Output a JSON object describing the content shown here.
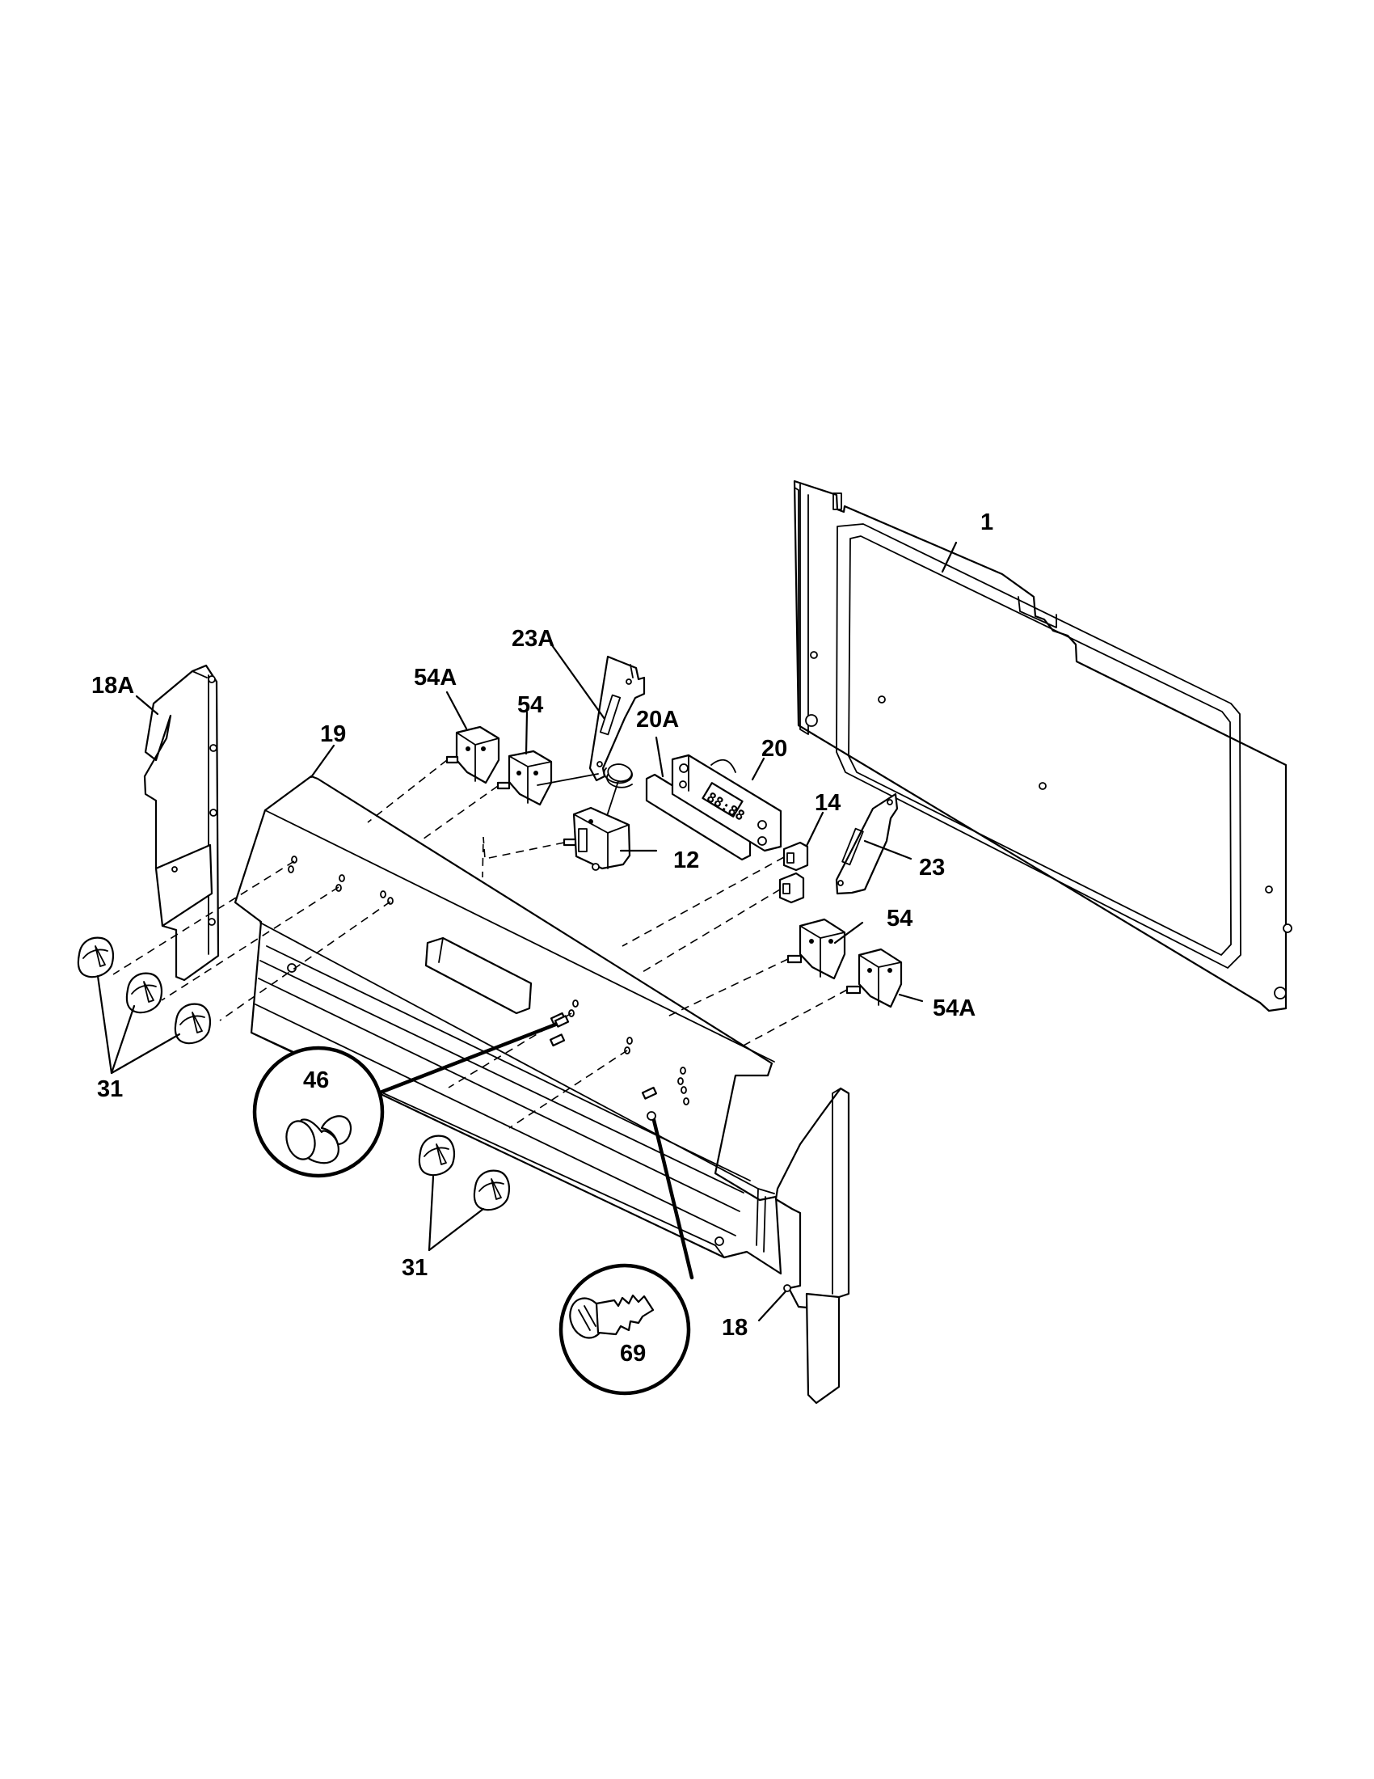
{
  "callouts": {
    "c1": "1",
    "c23A": "23A",
    "c18A": "18A",
    "c54A_top": "54A",
    "c54_top": "54",
    "c19": "19",
    "c20A": "20A",
    "c20": "20",
    "c14": "14",
    "c12": "12",
    "c23": "23",
    "c54_right": "54",
    "c54A_right": "54A",
    "c31_left": "31",
    "c46": "46",
    "c31_bottom": "31",
    "c18": "18",
    "c69": "69"
  },
  "clock_display": "88:88"
}
